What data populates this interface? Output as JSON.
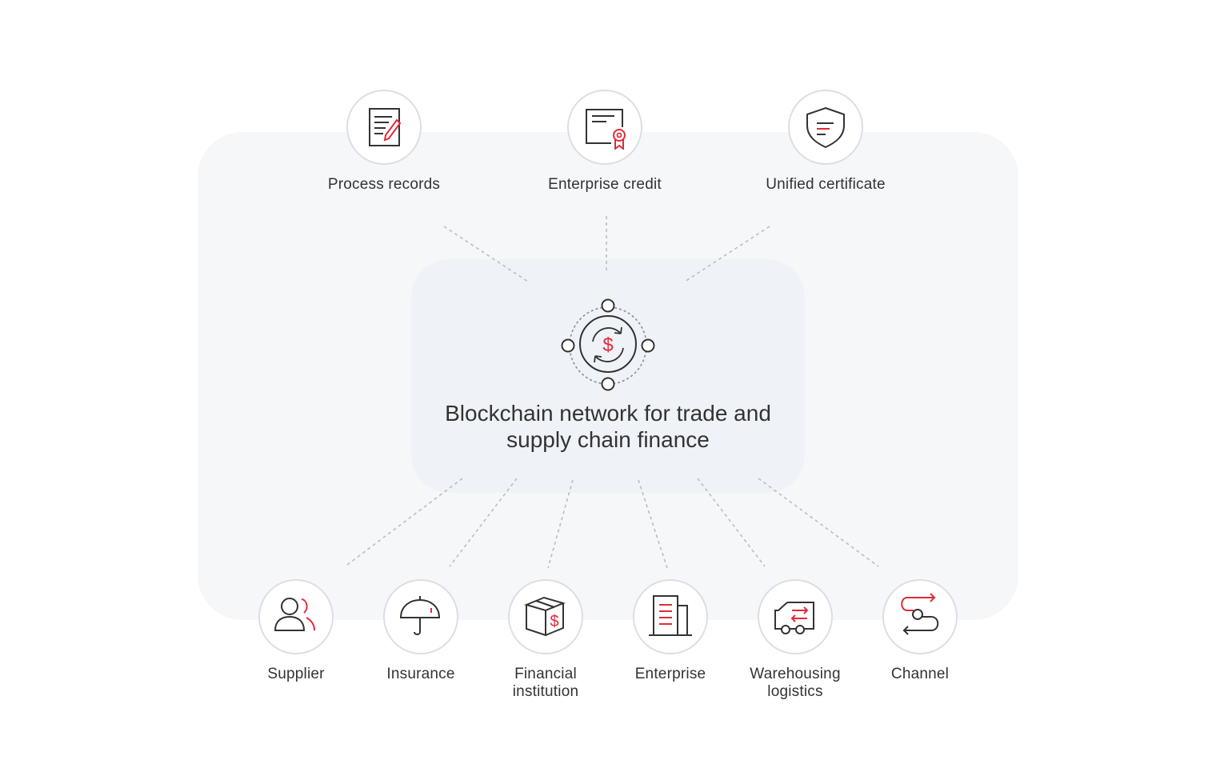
{
  "hub": {
    "title": "Blockchain network for trade and\nsupply chain finance",
    "icon": "currency-exchange-icon"
  },
  "top_nodes": [
    {
      "label": "Process records",
      "icon": "document-edit-icon"
    },
    {
      "label": "Enterprise credit",
      "icon": "certificate-ribbon-icon"
    },
    {
      "label": "Unified certificate",
      "icon": "shield-icon"
    }
  ],
  "bottom_nodes": [
    {
      "label": "Supplier",
      "icon": "users-icon"
    },
    {
      "label": "Insurance",
      "icon": "umbrella-icon"
    },
    {
      "label": "Financial\ninstitution",
      "icon": "money-box-icon"
    },
    {
      "label": "Enterprise",
      "icon": "building-icon"
    },
    {
      "label": "Warehousing\nlogistics",
      "icon": "delivery-truck-icon"
    },
    {
      "label": "Channel",
      "icon": "route-icon"
    }
  ],
  "colors": {
    "accent": "#e02b38",
    "stroke": "#333333",
    "outer_panel": "#f6f7f9",
    "inner_panel": "#eff2f6",
    "connector": "#b9bdc6"
  }
}
